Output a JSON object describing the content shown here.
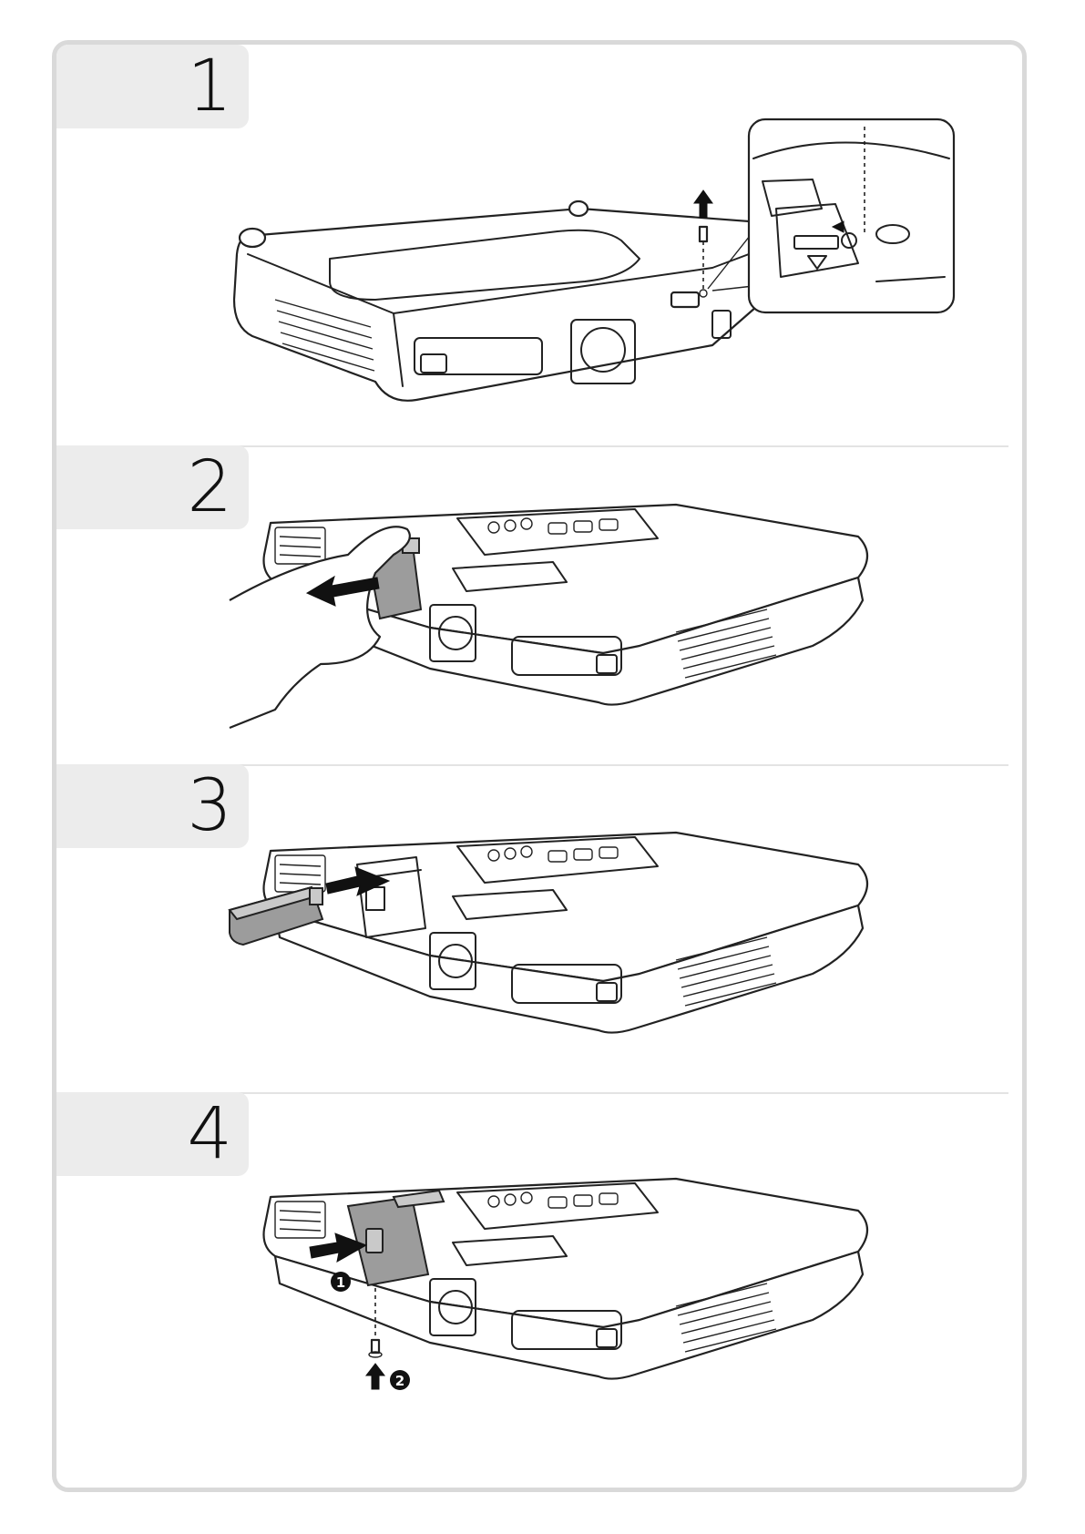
{
  "steps": [
    {
      "number": "1",
      "illustration": "remove-screw-and-cover-latch"
    },
    {
      "number": "2",
      "illustration": "slide-off-lan-cover"
    },
    {
      "number": "3",
      "illustration": "insert-wireless-lan-unit"
    },
    {
      "number": "4",
      "illustration": "reattach-cover-and-screw"
    }
  ],
  "callouts": {
    "marker_1": "1",
    "marker_2": "2"
  },
  "colors": {
    "frame_border": "#d9d9d9",
    "header_fill": "#ececec",
    "divider": "#e3e3e3",
    "ink": "#111111"
  }
}
